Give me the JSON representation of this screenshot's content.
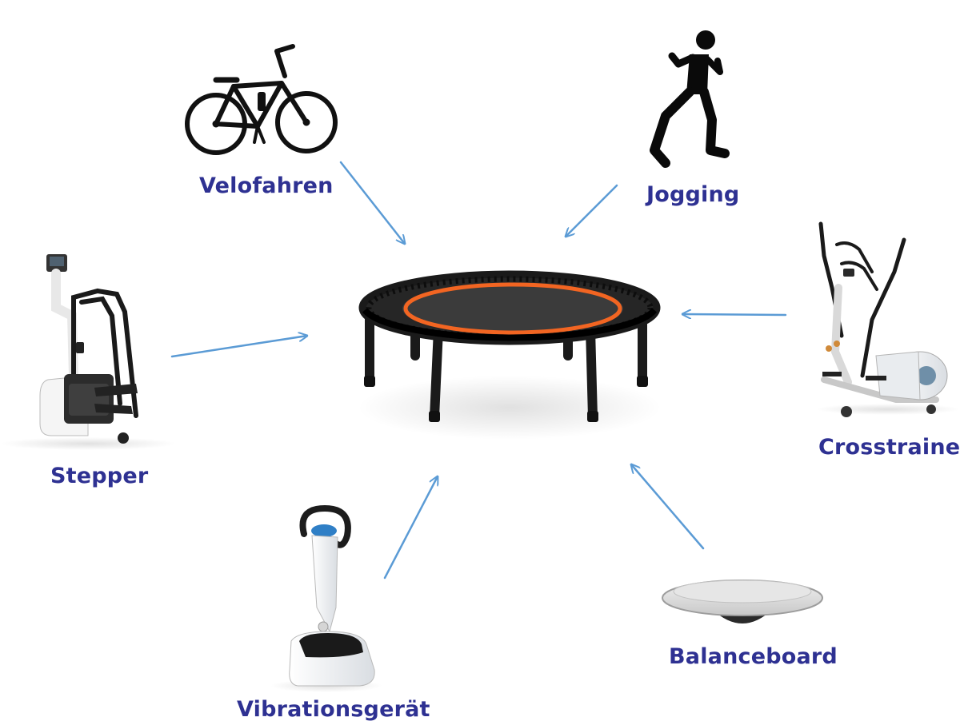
{
  "center": {
    "icon": "fitness-trampoline-icon"
  },
  "items": [
    {
      "id": "velofahren",
      "label": "Velofahren",
      "icon": "bicycle-icon"
    },
    {
      "id": "jogging",
      "label": "Jogging",
      "icon": "runner-icon"
    },
    {
      "id": "stepper",
      "label": "Stepper",
      "icon": "stepper-machine-icon"
    },
    {
      "id": "crosstrainer",
      "label": "Crosstrainer",
      "icon": "elliptical-trainer-icon"
    },
    {
      "id": "vibrationsgeraet",
      "label": "Vibrationsgerät",
      "icon": "vibration-plate-icon"
    },
    {
      "id": "balanceboard",
      "label": "Balanceboard",
      "icon": "balance-board-icon"
    }
  ],
  "colors": {
    "label": "#2e3192",
    "arrow": "#5b9bd5",
    "accent": "#f26522",
    "frame": "#1a1a1a"
  }
}
